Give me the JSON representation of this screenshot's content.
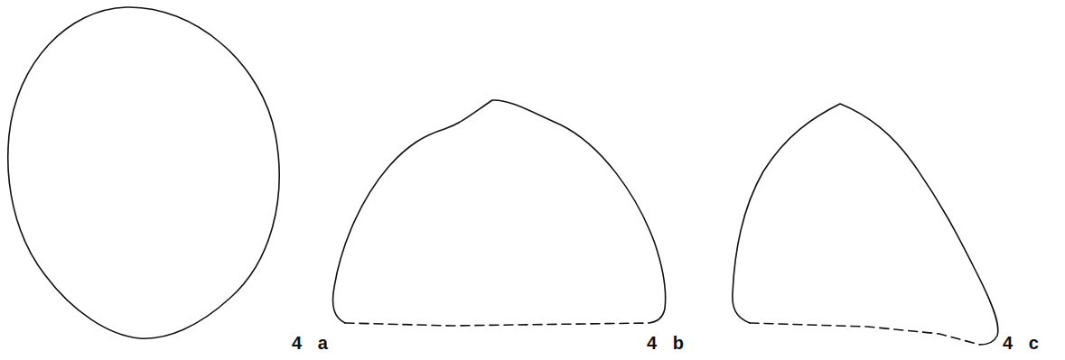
{
  "diagram": {
    "labels": [
      "4 a",
      "4 b",
      "4 c"
    ]
  }
}
